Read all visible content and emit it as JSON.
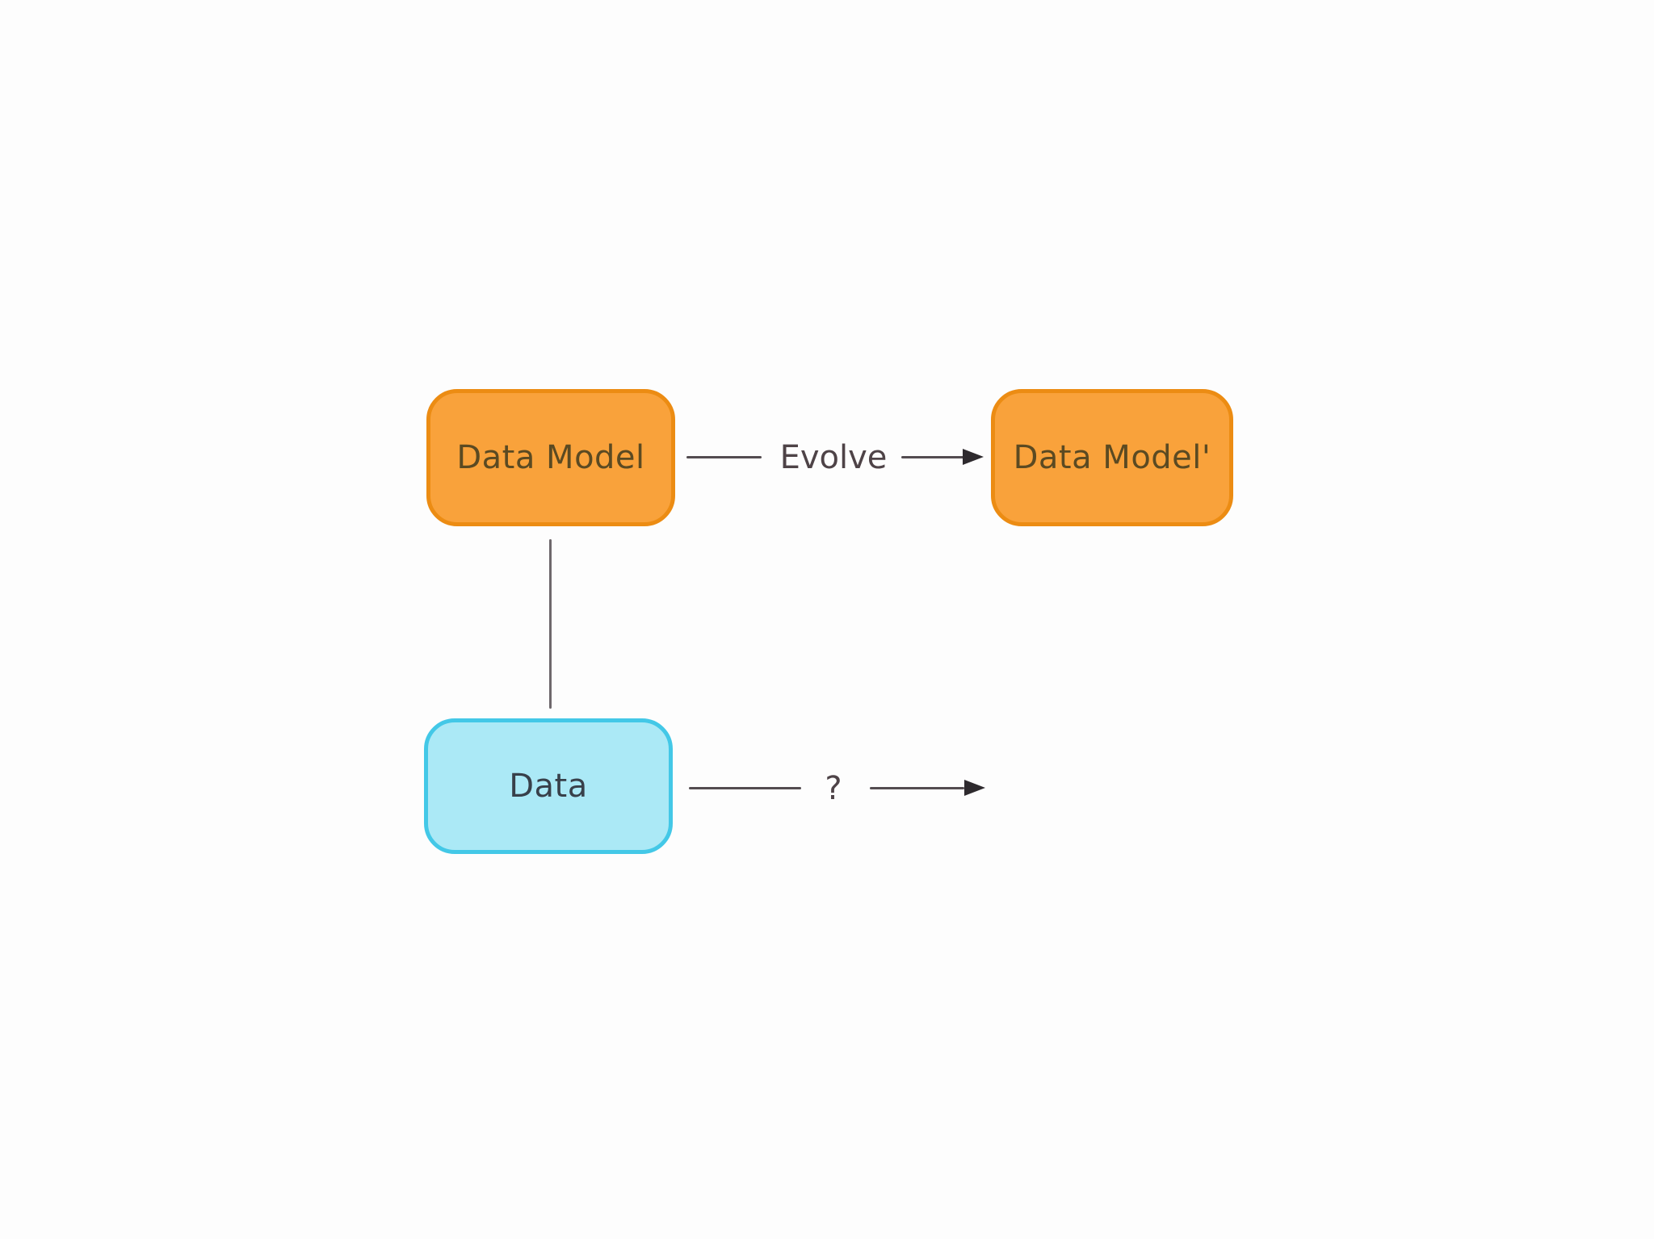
{
  "diagram": {
    "type": "flowchart",
    "background_color": "#fdfdfd",
    "nodes": [
      {
        "id": "data-model",
        "label": "Data Model",
        "shape": "rounded-rect",
        "fill": "#f9a23b",
        "border_color": "#ec8c13",
        "text_color": "#5b4a22"
      },
      {
        "id": "data-model-prime",
        "label": "Data Model'",
        "shape": "rounded-rect",
        "fill": "#f9a23b",
        "border_color": "#ec8c13",
        "text_color": "#5b4a22"
      },
      {
        "id": "data",
        "label": "Data",
        "shape": "rounded-rect",
        "fill": "#abe9f6",
        "border_color": "#43c8e7",
        "text_color": "#38404a"
      }
    ],
    "edges": [
      {
        "from": "data-model",
        "to": "data-model-prime",
        "label": "Evolve",
        "style": "arrow",
        "direction": "right"
      },
      {
        "from": "data-model",
        "to": "data",
        "label": "",
        "style": "plain-line",
        "direction": "down"
      },
      {
        "from": "data",
        "to": null,
        "label": "?",
        "style": "arrow",
        "direction": "right"
      }
    ],
    "line_color": "#534c50",
    "arrowhead_color": "#2e2a2e",
    "label_color": "#4e4347"
  }
}
